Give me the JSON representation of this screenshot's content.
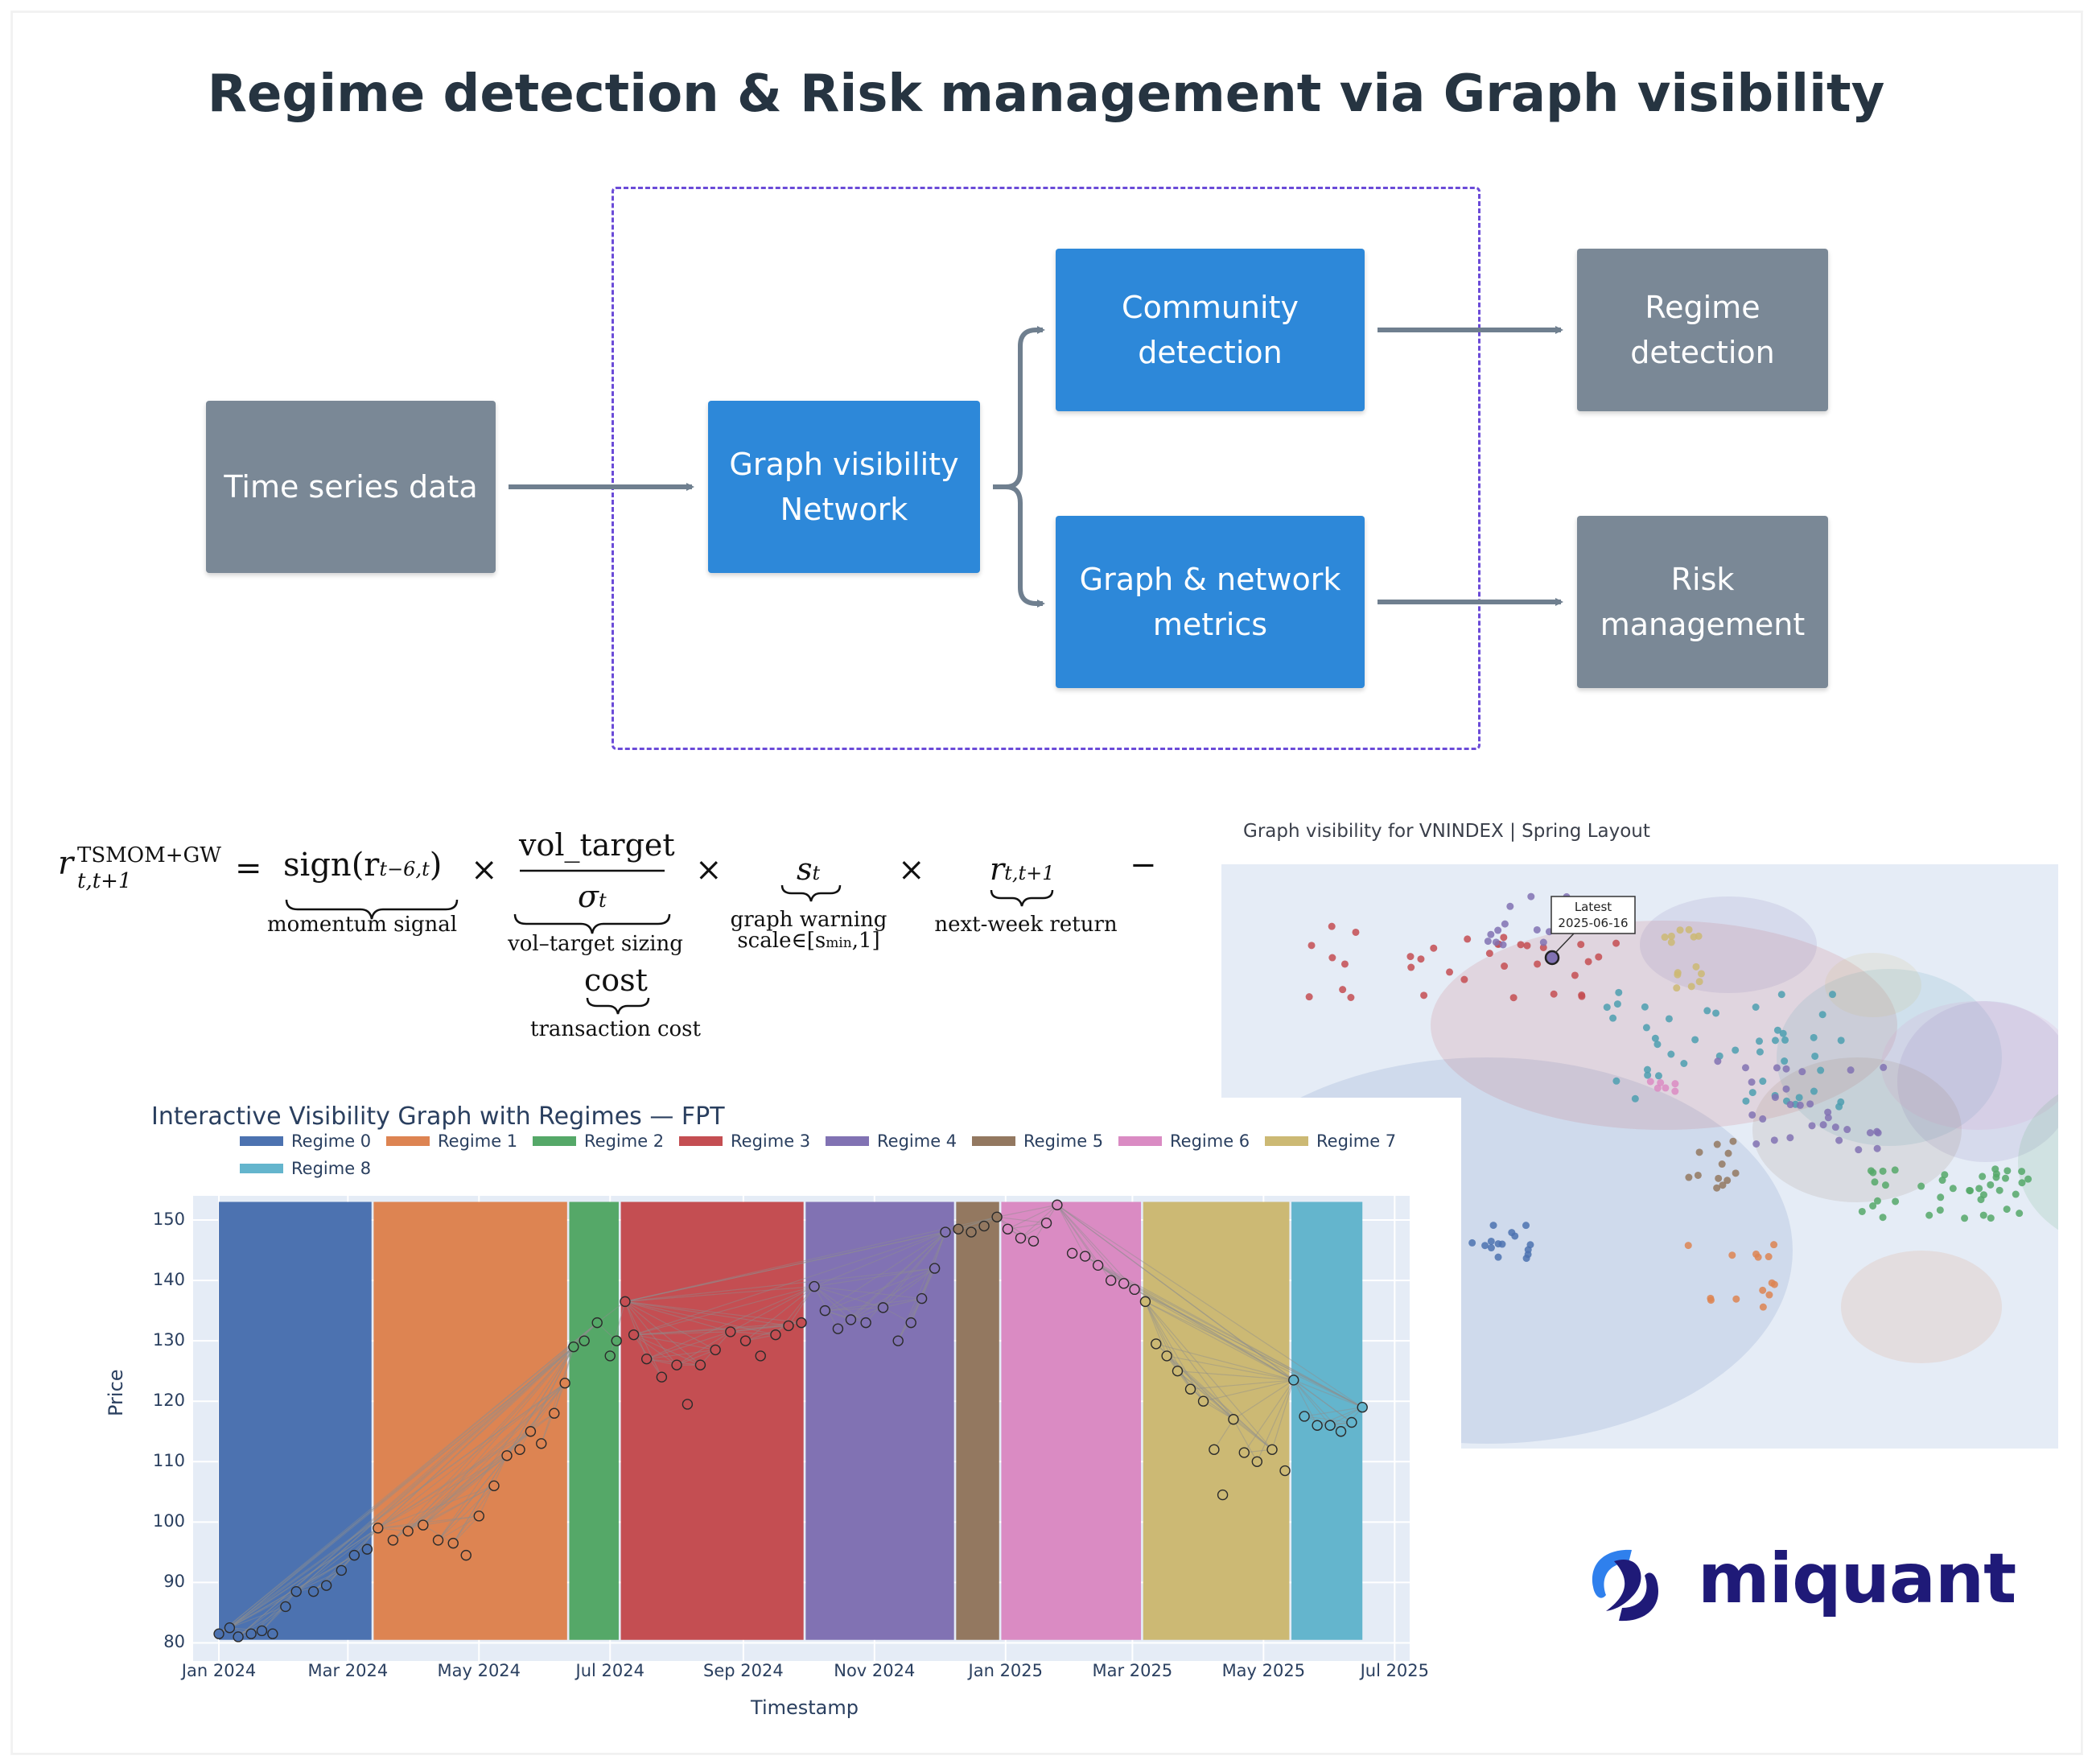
{
  "title": "Regime detection & Risk management via Graph visibility",
  "flow": {
    "time_series": "Time series data",
    "graph_visibility": "Graph visibility\nNetwork",
    "community": "Community\ndetection",
    "metrics": "Graph & network\nmetrics",
    "regime_detection": "Regime\ndetection",
    "risk_management": "Risk\nmanagement",
    "colors": {
      "gray": "#7a8896",
      "blue": "#2d88d9",
      "dashed": "#6b4bd8",
      "arrow": "#6f7f8f"
    }
  },
  "formula": {
    "lhs_r": "r",
    "lhs_sup": "TSMOM+GW",
    "lhs_sub": "t,t+1",
    "equals": "=",
    "term1": "sign(r",
    "term1_sub": "t−6,t",
    "term1_close": ")",
    "term1_label": "momentum signal",
    "times": "×",
    "term2_num": "vol_target",
    "term2_den": "σ",
    "term2_den_sub": "t",
    "term2_label": "vol–target sizing",
    "term3": "s",
    "term3_sub": "t",
    "term3_label1": "graph warning",
    "term3_label2": "scale∈[s",
    "term3_label2_sub": "min",
    "term3_label2_end": ",1]",
    "term4": "r",
    "term4_sub": "t,t+1",
    "term4_label": "next-week return",
    "minus": "−",
    "cost": "cost",
    "cost_label": "transaction cost"
  },
  "graph_panel": {
    "title": "Graph visibility for VNINDEX | Spring Layout",
    "annotation_line1": "Latest",
    "annotation_line2": "2025-06-16"
  },
  "visibility_chart": {
    "title": "Interactive Visibility Graph with Regimes — FPT",
    "ylabel": "Price",
    "xlabel": "Timestamp"
  },
  "logo": {
    "text": "miquant"
  },
  "chart_data": {
    "type": "scatter",
    "title": "Interactive Visibility Graph with Regimes — FPT",
    "xlabel": "Timestamp",
    "ylabel": "Price",
    "ylim": [
      77,
      154
    ],
    "y_ticks": [
      80,
      90,
      100,
      110,
      120,
      130,
      140,
      150
    ],
    "x_ticks": [
      "Jan 2024",
      "Mar 2024",
      "May 2024",
      "Jul 2024",
      "Sep 2024",
      "Nov 2024",
      "Jan 2025",
      "Mar 2025",
      "May 2025",
      "Jul 2025"
    ],
    "x_tick_values": [
      "2024-01-01",
      "2024-03-01",
      "2024-05-01",
      "2024-07-01",
      "2024-09-01",
      "2024-11-01",
      "2025-01-01",
      "2025-03-01",
      "2025-05-01",
      "2025-07-01"
    ],
    "xlim": [
      "2023-12-20",
      "2025-07-08"
    ],
    "grid": true,
    "legend": "top",
    "regimes": [
      {
        "name": "Regime 0",
        "color": "#4c72b0",
        "start": "2024-01-01",
        "end": "2024-03-12"
      },
      {
        "name": "Regime 1",
        "color": "#dd8452",
        "start": "2024-03-13",
        "end": "2024-06-11"
      },
      {
        "name": "Regime 2",
        "color": "#55a868",
        "start": "2024-06-12",
        "end": "2024-07-05"
      },
      {
        "name": "Regime 3",
        "color": "#c44e52",
        "start": "2024-07-06",
        "end": "2024-09-29"
      },
      {
        "name": "Regime 4",
        "color": "#8172b3",
        "start": "2024-09-30",
        "end": "2024-12-08"
      },
      {
        "name": "Regime 5",
        "color": "#937860",
        "start": "2024-12-09",
        "end": "2024-12-29"
      },
      {
        "name": "Regime 6",
        "color": "#da8bc3",
        "start": "2024-12-30",
        "end": "2025-03-05"
      },
      {
        "name": "Regime 7",
        "color": "#ccb974",
        "start": "2025-03-06",
        "end": "2025-05-13"
      },
      {
        "name": "Regime 8",
        "color": "#64b5cd",
        "start": "2025-05-14",
        "end": "2025-06-16"
      }
    ],
    "price_path": [
      [
        "2024-01-01",
        81.5
      ],
      [
        "2024-01-06",
        82.5
      ],
      [
        "2024-01-10",
        81
      ],
      [
        "2024-01-16",
        81.5
      ],
      [
        "2024-01-21",
        82
      ],
      [
        "2024-01-26",
        81.5
      ],
      [
        "2024-02-01",
        86
      ],
      [
        "2024-02-06",
        88.5
      ],
      [
        "2024-02-14",
        88.5
      ],
      [
        "2024-02-20",
        89.5
      ],
      [
        "2024-02-27",
        92
      ],
      [
        "2024-03-04",
        94.5
      ],
      [
        "2024-03-10",
        95.5
      ],
      [
        "2024-03-15",
        99
      ],
      [
        "2024-03-22",
        97
      ],
      [
        "2024-03-29",
        98.5
      ],
      [
        "2024-04-05",
        99.5
      ],
      [
        "2024-04-12",
        97
      ],
      [
        "2024-04-19",
        96.5
      ],
      [
        "2024-04-25",
        94.5
      ],
      [
        "2024-05-01",
        101
      ],
      [
        "2024-05-08",
        106
      ],
      [
        "2024-05-14",
        111
      ],
      [
        "2024-05-20",
        112
      ],
      [
        "2024-05-25",
        115
      ],
      [
        "2024-05-30",
        113
      ],
      [
        "2024-06-05",
        118
      ],
      [
        "2024-06-10",
        123
      ],
      [
        "2024-06-14",
        129
      ],
      [
        "2024-06-19",
        130
      ],
      [
        "2024-06-25",
        133
      ],
      [
        "2024-07-01",
        127.5
      ],
      [
        "2024-07-04",
        130
      ],
      [
        "2024-07-08",
        136.5
      ],
      [
        "2024-07-12",
        131
      ],
      [
        "2024-07-18",
        127
      ],
      [
        "2024-07-25",
        124
      ],
      [
        "2024-08-01",
        126
      ],
      [
        "2024-08-06",
        119.5
      ],
      [
        "2024-08-12",
        126
      ],
      [
        "2024-08-19",
        128.5
      ],
      [
        "2024-08-26",
        131.5
      ],
      [
        "2024-09-02",
        130
      ],
      [
        "2024-09-09",
        127.5
      ],
      [
        "2024-09-16",
        131
      ],
      [
        "2024-09-22",
        132.5
      ],
      [
        "2024-09-28",
        133
      ],
      [
        "2024-10-04",
        139
      ],
      [
        "2024-10-09",
        135
      ],
      [
        "2024-10-15",
        132
      ],
      [
        "2024-10-21",
        133.5
      ],
      [
        "2024-10-28",
        133
      ],
      [
        "2024-11-05",
        135.5
      ],
      [
        "2024-11-12",
        130
      ],
      [
        "2024-11-18",
        133
      ],
      [
        "2024-11-23",
        137
      ],
      [
        "2024-11-29",
        142
      ],
      [
        "2024-12-04",
        148
      ],
      [
        "2024-12-10",
        148.5
      ],
      [
        "2024-12-16",
        148
      ],
      [
        "2024-12-22",
        149
      ],
      [
        "2024-12-28",
        150.5
      ],
      [
        "2025-01-02",
        148.5
      ],
      [
        "2025-01-08",
        147
      ],
      [
        "2025-01-14",
        146.5
      ],
      [
        "2025-01-20",
        149.5
      ],
      [
        "2025-01-25",
        152.5
      ],
      [
        "2025-02-01",
        144.5
      ],
      [
        "2025-02-07",
        144
      ],
      [
        "2025-02-13",
        142.5
      ],
      [
        "2025-02-19",
        140
      ],
      [
        "2025-02-25",
        139.5
      ],
      [
        "2025-03-02",
        138.5
      ],
      [
        "2025-03-07",
        136.5
      ],
      [
        "2025-03-12",
        129.5
      ],
      [
        "2025-03-17",
        127.5
      ],
      [
        "2025-03-22",
        125
      ],
      [
        "2025-03-28",
        122
      ],
      [
        "2025-04-03",
        120
      ],
      [
        "2025-04-08",
        112
      ],
      [
        "2025-04-12",
        104.5
      ],
      [
        "2025-04-17",
        117
      ],
      [
        "2025-04-22",
        111.5
      ],
      [
        "2025-04-28",
        110
      ],
      [
        "2025-05-05",
        112
      ],
      [
        "2025-05-11",
        108.5
      ],
      [
        "2025-05-15",
        123.5
      ],
      [
        "2025-05-20",
        117.5
      ],
      [
        "2025-05-26",
        116
      ],
      [
        "2025-06-01",
        116
      ],
      [
        "2025-06-06",
        115
      ],
      [
        "2025-06-11",
        116.5
      ],
      [
        "2025-06-16",
        119
      ]
    ]
  }
}
